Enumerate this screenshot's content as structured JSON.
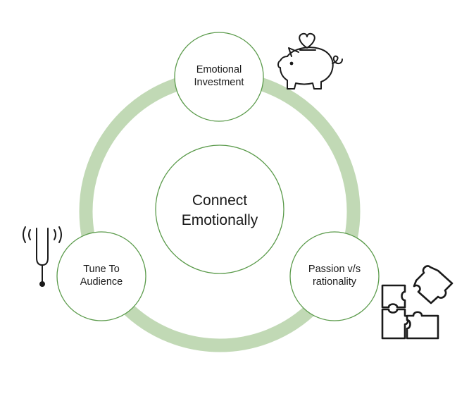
{
  "colors": {
    "ring": "#c1d9b5",
    "node_stroke": "#5a9a4a",
    "node_fill": "#ffffff",
    "icon_stroke": "#1a1a1a"
  },
  "center": {
    "line1": "Connect",
    "line2": "Emotionally"
  },
  "nodes": [
    {
      "id": "top",
      "line1": "Emotional",
      "line2": "Investment",
      "icon": "piggy-bank-icon"
    },
    {
      "id": "right",
      "line1": "Passion v/s",
      "line2": "rationality",
      "icon": "puzzle-pieces-icon"
    },
    {
      "id": "left",
      "line1": "Tune To",
      "line2": "Audience",
      "icon": "tuning-fork-icon"
    }
  ]
}
